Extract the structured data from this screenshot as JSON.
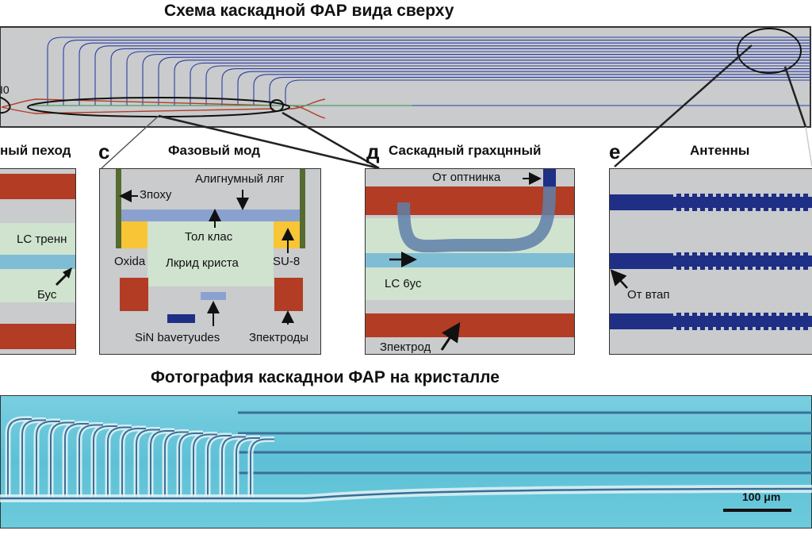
{
  "top": {
    "title": "Схема каскадной ФАР вида сверху",
    "left_label": "I0"
  },
  "panels": {
    "b": {
      "title": "ный пеход",
      "labels": [
        "LC тренн",
        "Бус"
      ]
    },
    "c": {
      "letter": "c",
      "title": "Фазовый мод",
      "labels": [
        "Алигнумный ляг",
        "Зпоху",
        "Тол клас",
        "Oxida",
        "Лкрид криста",
        "SU-8",
        "SiN bavетyudes",
        "Зпектроды"
      ]
    },
    "d": {
      "letter": "д",
      "title": "Саскадный грахцнный",
      "labels": [
        "От оптнинка",
        "LC 6ус",
        "Зпектрод"
      ]
    },
    "e": {
      "letter": "e",
      "title": "Антенны",
      "labels": [
        "От втап"
      ]
    }
  },
  "photo": {
    "title": "Фотография каскаднои ФАР на кристалле",
    "scale_bar": "100 μm"
  },
  "colors": {
    "panel_bg": "#c9cbcd",
    "electrode": "#b23c24",
    "liquid_crystal": "#cfe3cf",
    "waveguide_light": "#7fbdd4",
    "waveguide_dark": "#1f2f86",
    "photo_bg": "#5fc3d8"
  },
  "icons": [
    "arrow-icon"
  ]
}
